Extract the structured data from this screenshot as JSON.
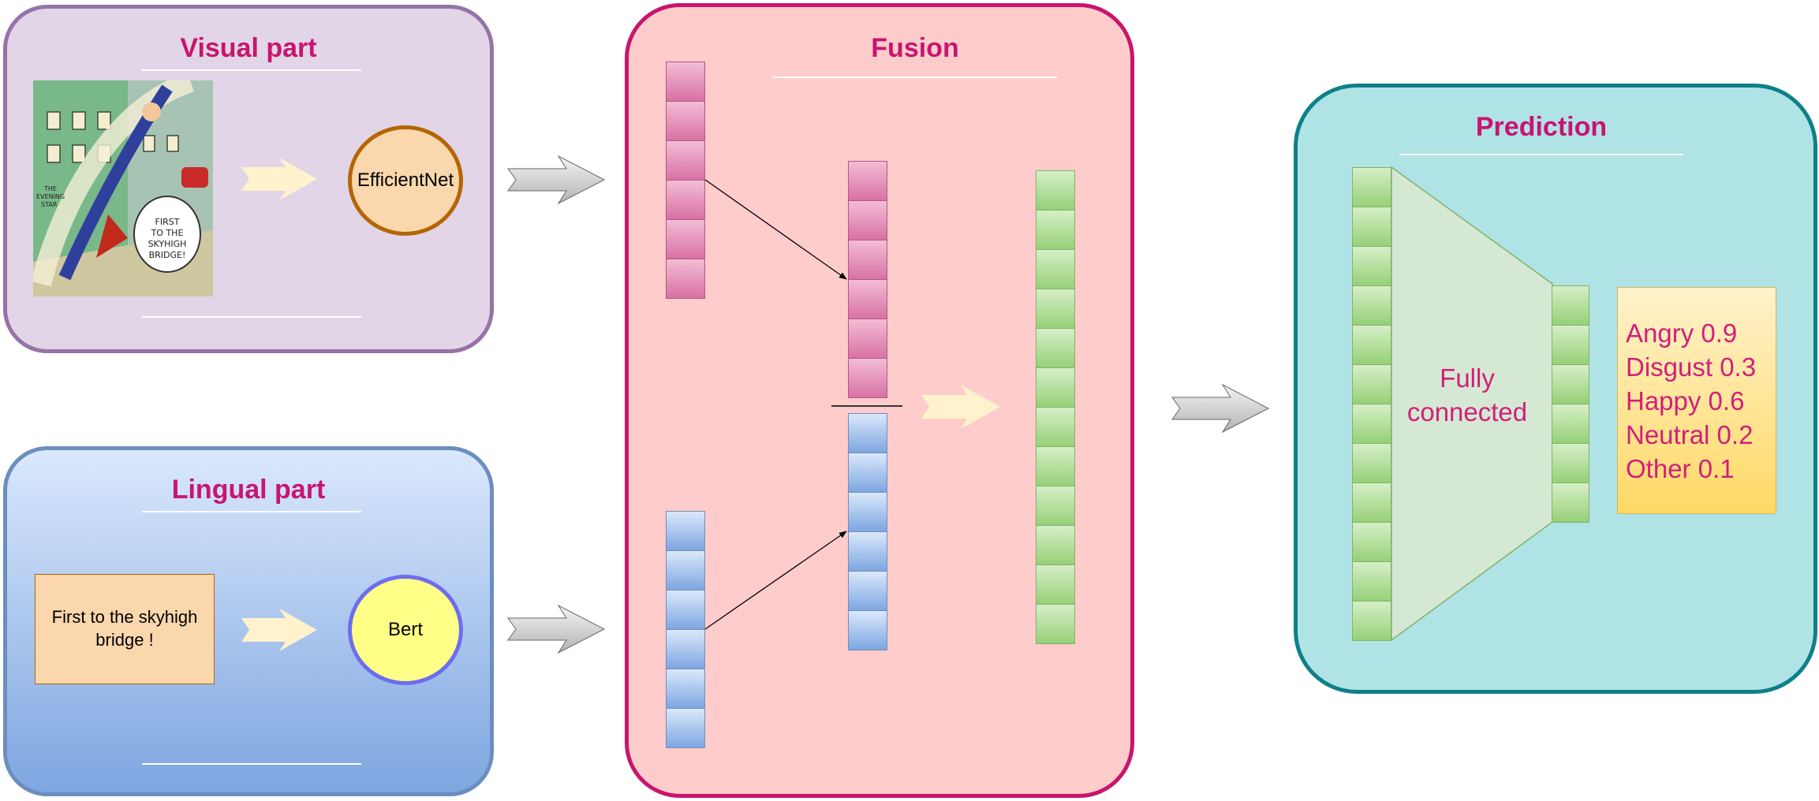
{
  "visual": {
    "title": "Visual part",
    "encoder": "EfficientNet",
    "comic_caption": "FIRST TO THE SKYHIGH BRIDGE!",
    "comic_sign": "THE EVENING STAR"
  },
  "lingual": {
    "title": "Lingual part",
    "text": "First to the skyhigh bridge !",
    "encoder": "Bert"
  },
  "fusion": {
    "title": "Fusion"
  },
  "prediction": {
    "title": "Prediction",
    "fc_label_line1": "Fully",
    "fc_label_line2": "connected",
    "outputs": [
      {
        "label": "Angry 0.9"
      },
      {
        "label": "Disgust 0.3"
      },
      {
        "label": "Happy 0.6"
      },
      {
        "label": "Neutral 0.2"
      },
      {
        "label": "Other 0.1"
      }
    ]
  },
  "colors": {
    "title": "#c8156e",
    "visual_bg": "#e1d5e7",
    "visual_border": "#9673a6",
    "lingual_border": "#6c8ebf",
    "fusion_bg": "#ffcccc",
    "fusion_border": "#c8156e",
    "prediction_bg": "#b0e3e6",
    "prediction_border": "#0e8088"
  }
}
